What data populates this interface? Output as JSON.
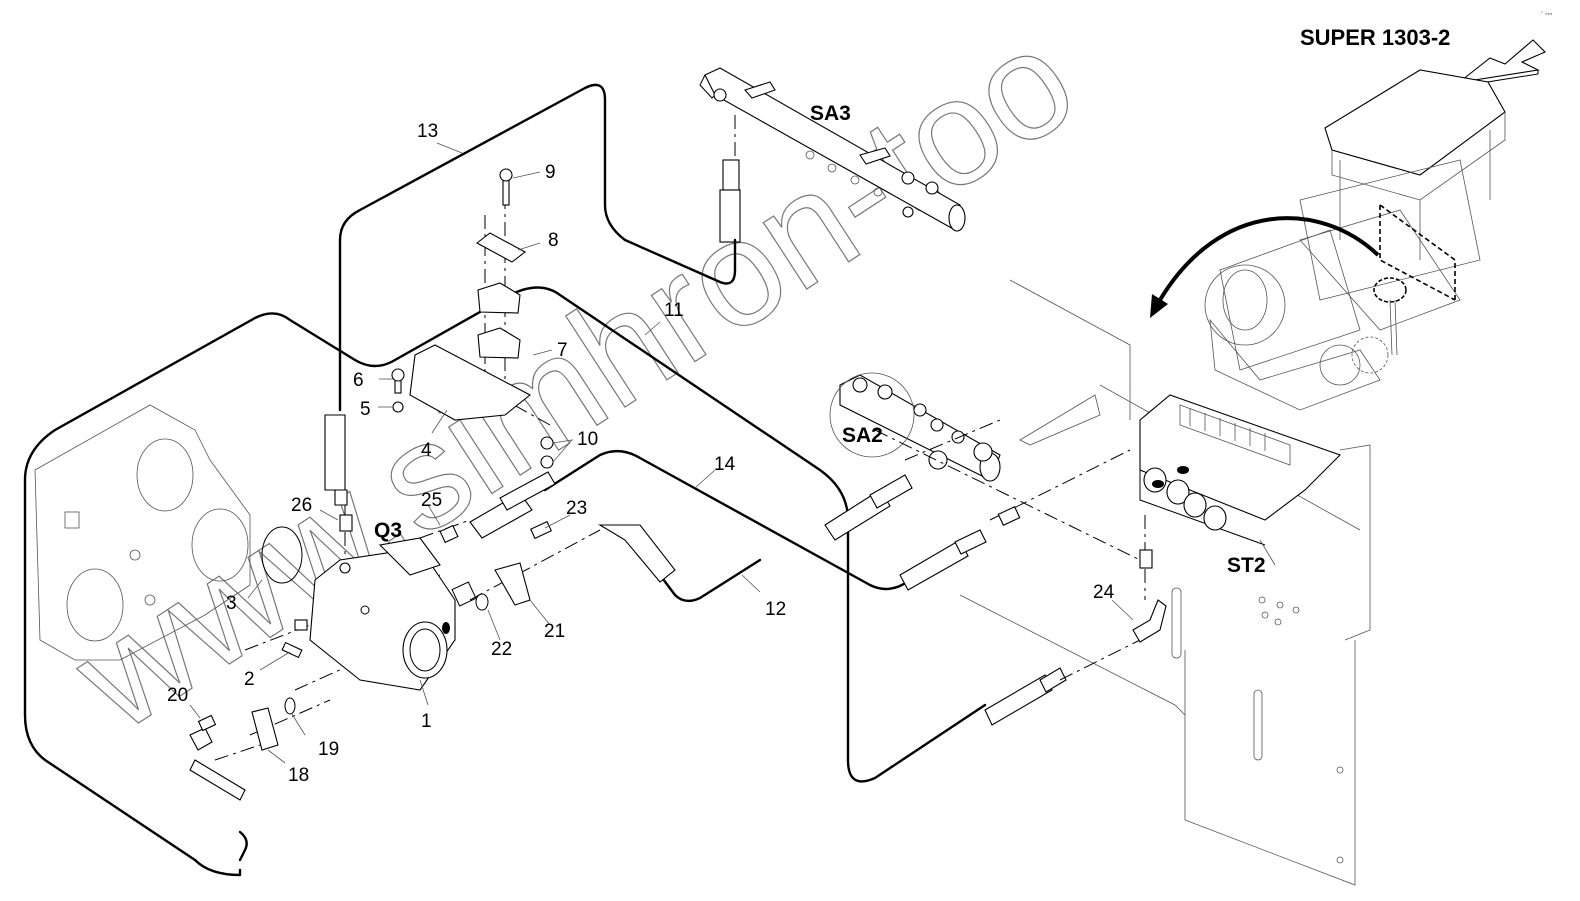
{
  "diagram": {
    "title": "SUPER 1303-2",
    "corner_mark": "·° ▪▪▪",
    "watermark": "www.simhron-too",
    "assembly_tags": {
      "q3": "Q3",
      "sa2": "SA2",
      "sa3": "SA3",
      "st2": "ST2"
    },
    "part_labels": {
      "p1": "1",
      "p2": "2",
      "p3": "3",
      "p4": "4",
      "p5": "5",
      "p6": "6",
      "p7": "7",
      "p8": "8",
      "p9": "9",
      "p10": "10",
      "p11": "11",
      "p12": "12",
      "p13": "13",
      "p14": "14",
      "p18": "18",
      "p19": "19",
      "p20": "20",
      "p21": "21",
      "p22": "22",
      "p23": "23",
      "p24": "24",
      "p25": "25",
      "p26": "26"
    },
    "icons": {
      "direction_arrow": "outline-arrow-down-left",
      "callout_arrow": "curved-arrow-left"
    }
  }
}
